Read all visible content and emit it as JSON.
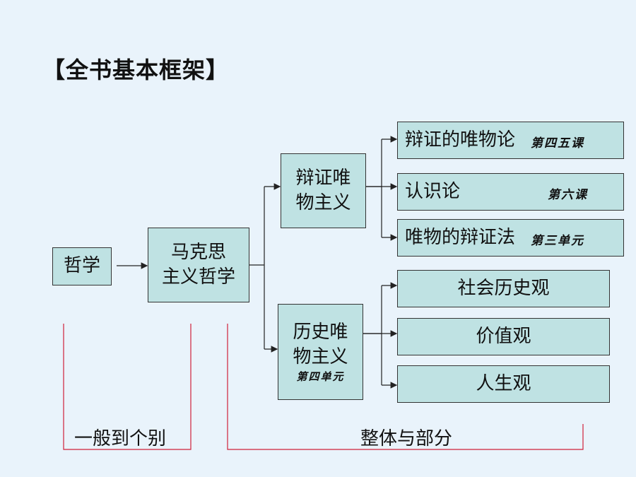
{
  "title": "【全书基本框架】",
  "nodes": {
    "philosophy": "哲学",
    "marxist_line1": "马克思",
    "marxist_line2": "主义哲学",
    "dialectical_line1": "辩证唯",
    "dialectical_line2": "物主义",
    "historical_line1": "历史唯",
    "historical_line2": "物主义",
    "historical_note": "第四单元"
  },
  "leaves": [
    {
      "text": "辩证的唯物论",
      "note": "第四五课"
    },
    {
      "text": "认识论",
      "note": "第六课"
    },
    {
      "text": "唯物的辩证法",
      "note": "第三单元"
    },
    {
      "text": "社会历史观",
      "note": ""
    },
    {
      "text": "价值观",
      "note": ""
    },
    {
      "text": "人生观",
      "note": ""
    }
  ],
  "brackets": {
    "left": "一般到个别",
    "right": "整体与部分"
  },
  "colors": {
    "background": "#e9f3fb",
    "box_fill": "#bfe2e3",
    "bracket": "#d0203a",
    "line": "#222222"
  }
}
